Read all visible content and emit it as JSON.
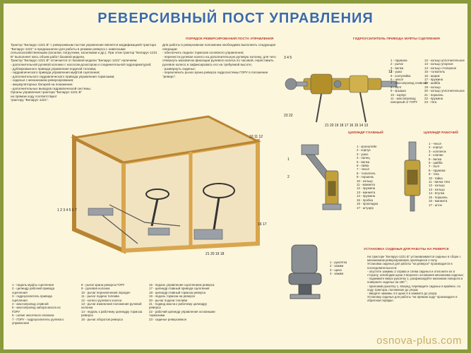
{
  "title": "РЕВЕРСИВНЫЙ ПОСТ УПРАВЛЕНИЯ",
  "watermark": "osnova-plus.com",
  "intro_text": "Трактор \"Беларус-1221 В\" с реверсивным постом управления является модификацией трактора \"Беларус-1221\" и предназначен для работы в режиме реверса с навесными сельскохозяйственными (косилки, погрузчики, косилками и др.). При этом трактор \"Беларус-1221 В\" выполняет весь объем работ базовой модели.\nТрактор \"Беларус-1221 В\" отличается от базовой модели \"Беларус-1221\" наличием:\n- дополнительной рулевой колонки с насосом-дозатором и соединительной гидроарматурой;\n- дублированного привода управления подачей топлива;\n- гидравлического привода управления муфтой сцепления;\n- дополнительного гидравлического привода управления тормозами;\n- сиденья с механизмом реверсирования;\n- аккумуляторных батарей на понижение;\n- дополнительных выводов гидравлической системы.\nОрганы управления трактора \"Беларус-1221 В\"\nна прямом ходу соответствуют\nтрактору \"Беларус-1221\".",
  "order_section": {
    "header": "ПОРЯДОК РЕВЕРСИРОВАНИЯ ПОСТА УПРАВЛЕНИЯ",
    "text": "Для работы в реверсивном положении необходимо выполнить следующие операции:\n- обеспечить педали тормозов основного управления;\n- перенести рулевое колесо на дополнительную рулевую колонку, для чего отвернуть маховичок фиксации рулевого колеса по часовой, переставить рулевое колесо и зафиксировать его на требуемой высоте;\n- развернуть сиденье;\n- переключить рычаг крана реверса гидросистемы ГОРУ в положение \"реверс\"."
  },
  "hydro_section": {
    "header": "ГИДРОУСИЛИТЕЛЬ ПРИВОДА МУФТЫ СЦЕПЛЕНИЯ",
    "col1": [
      "1 - пружина",
      "2 - рычаг",
      "3 - вилка",
      "4 - ушко",
      "5 - контргайка",
      "6 - чехол",
      "7 - маслопровод сливной",
      "8 - болт",
      "9 - крышка",
      "10 - корпус",
      "11 - маслопровод напорный от ГОРУ"
    ],
    "col2": [
      "12 - кольцо уплотнительное",
      "13 - кольцо упорное",
      "14 - кольцо стопорное",
      "15 - толкатель",
      "16 - шарик",
      "17 - пружина",
      "18 - шайба",
      "19 - кольцо",
      "20 - кольцо уплотнительное",
      "21 - поршень",
      "22 - пружина",
      "23 - тяга"
    ]
  },
  "main_cyl": {
    "header": "ЦИЛИНДР ГЛАВНЫЙ",
    "items": [
      "1 - кронштейн",
      "2 - корпус",
      "3 - ушко",
      "4 - палец",
      "5 - вилка",
      "6 - гайка",
      "7 - чехол",
      "8 - толкатель",
      "9 - поршень",
      "10 - кольцо",
      "11 - манжета",
      "12 - пружина",
      "13 - манжета",
      "14 - пружина",
      "15 - пробка",
      "16 - прокладка",
      "17 - штуцер"
    ]
  },
  "work_cyl": {
    "header": "ЦИЛИНДР РАБОЧИЙ",
    "items": [
      "1 - чехол",
      "2 - корпус",
      "3 - колпачок",
      "4 - клапан",
      "5 - вилка",
      "6 - шайба",
      "7 - болт",
      "8 - пружина",
      "9 - тяга",
      "10 - гайка",
      "11 - вилка тяги",
      "12 - кольцо",
      "13 - кольцо",
      "14 - втулка",
      "15 - поршень",
      "16 - манжета",
      "17 - шток"
    ]
  },
  "seat_section": {
    "header": "УСТАНОВКА СИДЕНЬЯ ДЛЯ РАБОТЫ НА РЕВЕРСЕ",
    "items": [
      "1 - рукоятка",
      "2 - зажим",
      "3 - щека",
      "4 - зажим"
    ],
    "text": "На тракторе \"Беларус-1221 В\" устанавливается сиденье в сборе с механизмом реверсирования, крепящееся к полу.\nУстановка сиденья для работы \"на реверсе\" производится в последовательности:\n- опустите зажимы 2 справа и слева сиденья и отклоните их в сторону, освободив щеки 3 верхнего основания механизма сиденья;\n- поднимите вверх рукоятку 1, расфиксируйте механизм поворота и поверните сиденье на 180 °;\n- приложив рукоятку 1, вперед, переведите сиденье в крайнее, по ходу трактора, положение до упора;\n- введите зажимы 4 в щеки 3 и зажмите до упора.\nУстановку сиденья для работы \"на прямом ходу\" производите в обратном порядке."
  },
  "legend": {
    "col1": [
      "1 - педаль муфты сцепления",
      "2 - цилиндр рабочий привода сцепления",
      "3 - гидроусилитель привода сцепления",
      "4 - маслопровод сливной",
      "5 - маслопровод забора масла из ГОРУ",
      "6 - шланг масляного клапана",
      "7 - ГОРУ - гидроусилитель рулевого управления"
    ],
    "col2": [
      "8 - рычаг крана реверса ГОРУ",
      "9 - рулевая колонка",
      "10 - рычаг переключения передач",
      "11 - рычаг подачи топлива",
      "12 - колесо рулевого колеса",
      "13 - рычаг изменения положения рулевой колонки",
      "14 - педаль к рабочему цилиндру тормоза реверса",
      "15 - рычаг оборотов реверса"
    ],
    "col3": [
      "16 - педаль управления сцеплением реверса",
      "17 - цилиндр главный привода сцепления",
      "18 - цилиндр главный тормоза реверса",
      "19 - педаль тормоза на реверсе",
      "20 - рычаг подачи топлива",
      "21 - подвод масла к рабочему цилиндру реверса",
      "22 - рабочий цилиндр управления основными тормозами",
      "23 - сиденье реверсивное"
    ]
  },
  "colors": {
    "frame": "#8a9a3c",
    "poster_bg": "#fbf6dc",
    "title": "#3b6aa8",
    "header_red": "#c0392b",
    "cab_frame": "#d9a64e",
    "metal": "#9aa0a6"
  }
}
